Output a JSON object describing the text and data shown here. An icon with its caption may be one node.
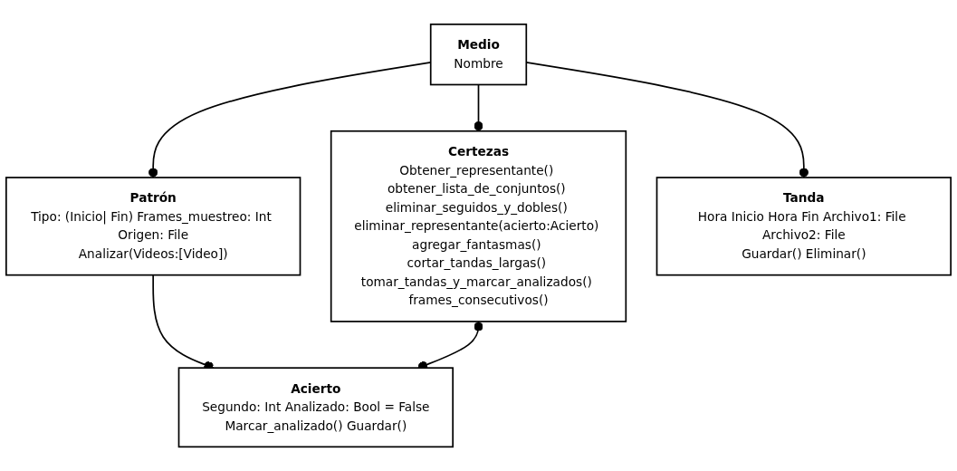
{
  "diagram": {
    "nodes": [
      {
        "text": [
          "Medio",
          "Nombre"
        ]
      },
      {
        "text": [
          "Patrón",
          "Tipo: (Inicio| Fin) Frames_muestreo: Int Origen: File",
          "Analizar(Videos:[Video])"
        ]
      },
      {
        "text": [
          "Certezas",
          "Obtener_representante() obtener_lista_de_conjuntos() eliminar_seguidos_y_dobles() eliminar_representante(acierto:Acierto) agregar_fantasmas() cortar_tandas_largas() tomar_tandas_y_marcar_analizados() frames_consecutivos()"
        ]
      },
      {
        "text": [
          "Tanda",
          "Hora Inicio Hora Fin Archivo1: File Archivo2: File",
          "Guardar() Eliminar()"
        ]
      },
      {
        "text": [
          "Acierto",
          "Segundo: Int Analizado: Bool = False",
          "Marcar_analizado() Guardar()"
        ]
      }
    ],
    "edges": [
      {
        "from": 0,
        "to": 1,
        "arrow": "other"
      },
      {
        "from": 0,
        "to": 2,
        "arrow": "other"
      },
      {
        "from": 0,
        "to": 3,
        "arrow": "other"
      },
      {
        "from": 1,
        "to": 4,
        "arrow": "other"
      },
      {
        "from": 2,
        "to": 4,
        "arrow": "other"
      }
    ]
  }
}
